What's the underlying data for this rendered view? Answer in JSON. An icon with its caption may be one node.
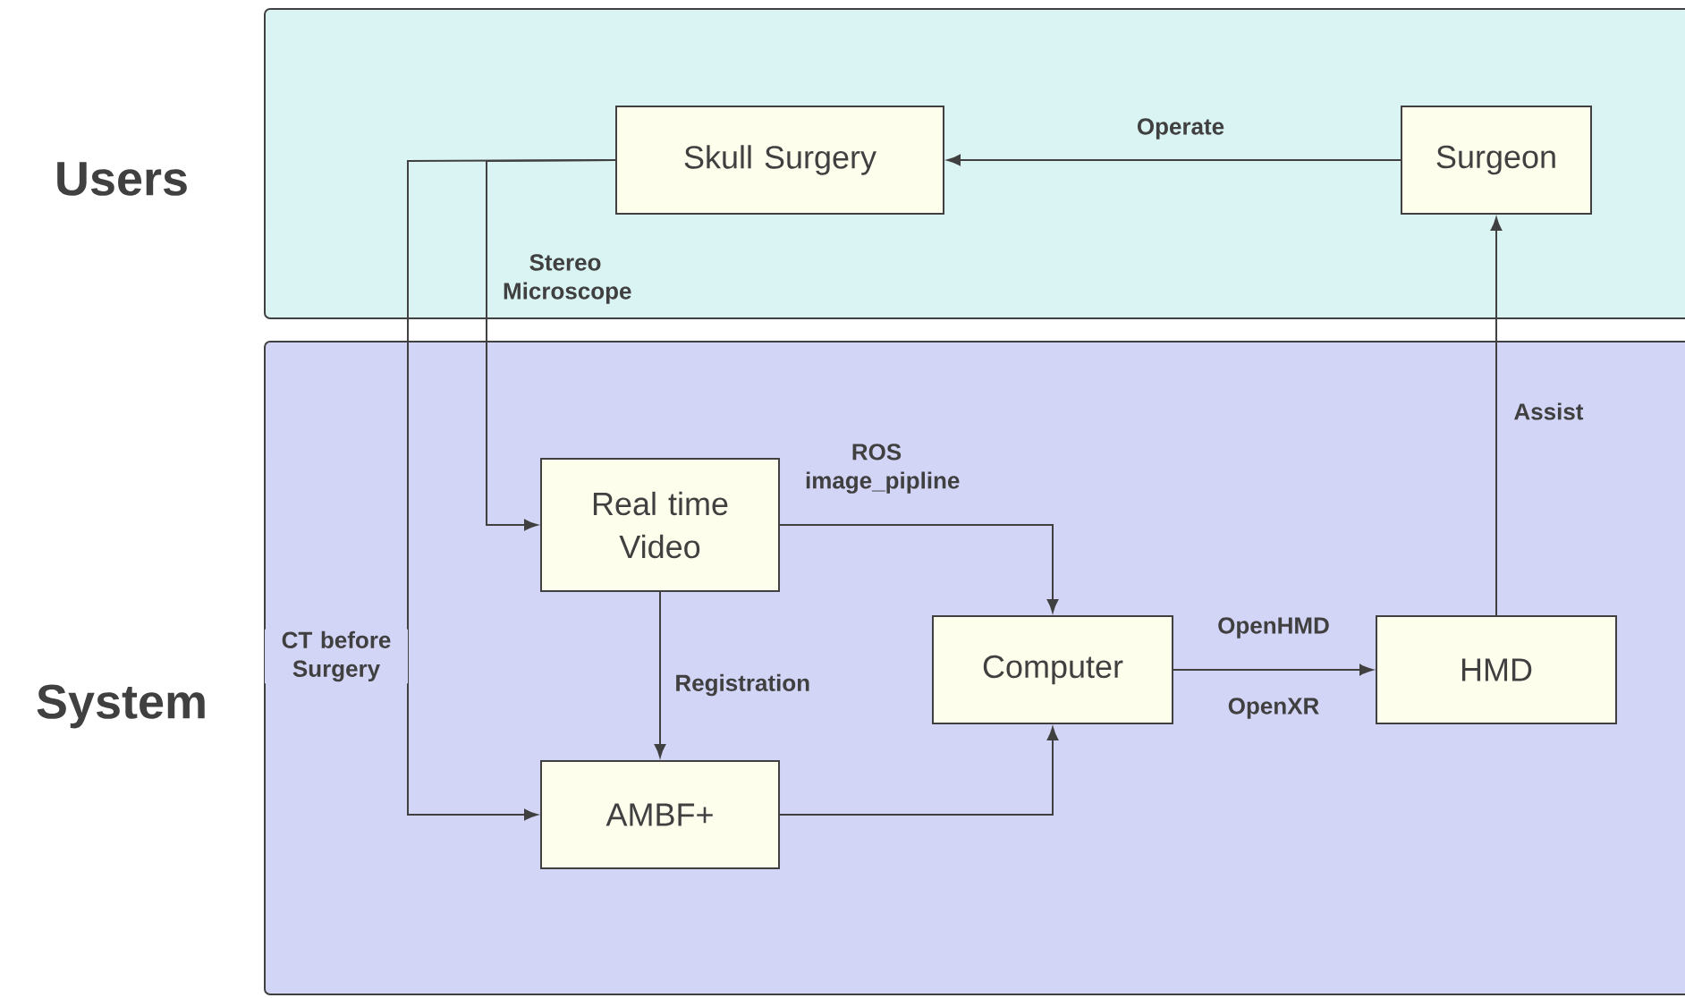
{
  "diagram": {
    "nodes": [
      {
        "text": [
          "Users"
        ]
      },
      {
        "text": [
          "System"
        ]
      },
      {
        "text": [
          "Skull Surgery"
        ],
        "in": 0
      },
      {
        "text": [
          "Surgeon"
        ],
        "in": 0
      },
      {
        "text": [
          "Real time Video"
        ],
        "in": 1
      },
      {
        "text": [
          "Computer"
        ],
        "in": 1
      },
      {
        "text": [
          "AMBF+"
        ],
        "in": 1
      },
      {
        "text": [
          "HMD"
        ],
        "in": 1
      }
    ],
    "edges": [
      {
        "from": 3,
        "to": 2,
        "arrow": "to",
        "label": "Operate"
      },
      {
        "from": 2,
        "to": 4,
        "arrow": "to",
        "label": "Stereo Microscope"
      },
      {
        "from": 2,
        "to": 6,
        "arrow": "to",
        "label": "CT before Surgery"
      },
      {
        "from": 4,
        "to": 5,
        "arrow": "to",
        "label": "ROS image_pipline"
      },
      {
        "from": 4,
        "to": 6,
        "arrow": "to",
        "label": "Registration"
      },
      {
        "from": 6,
        "to": 5,
        "arrow": "to"
      },
      {
        "from": 5,
        "to": 7,
        "arrow": "to",
        "label": "OpenHMD"
      },
      {
        "from": 7,
        "to": 3,
        "arrow": "to",
        "label": "Assist"
      }
    ],
    "labels": [
      "OpenXR"
    ]
  }
}
